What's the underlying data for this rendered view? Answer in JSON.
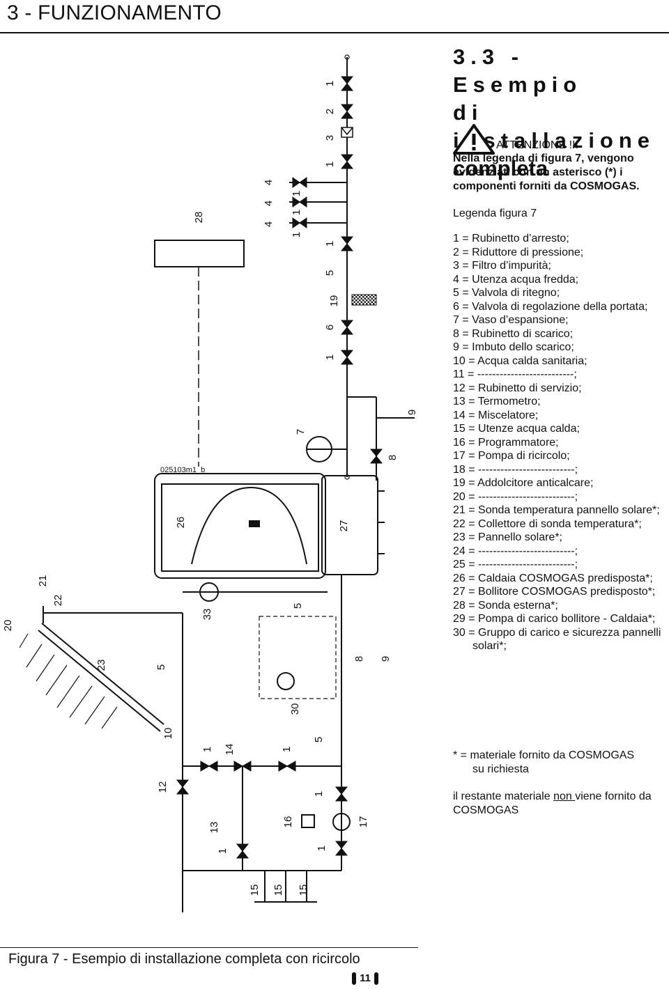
{
  "header": {
    "title": "3 - FUNZIONAMENTO"
  },
  "section": {
    "title_line1": "3.3 - Esempio",
    "title_line2": "di installazione",
    "title_line3": "completa"
  },
  "warning": {
    "label": "ATTENZIONE !!!",
    "text": "Nella legenda di figura 7, vengono evidenziati con un asterisco (*) i componenti forniti da COSMOGAS."
  },
  "legend": {
    "title": "Legenda figura 7",
    "items": [
      "1 = Rubinetto d’arresto;",
      "2 = Riduttore di pressione;",
      "3 = Filtro d’impurità;",
      "4 = Utenza acqua fredda;",
      "5 = Valvola di ritegno;",
      "6 = Valvola di regolazione della portata;",
      "7 = Vaso d’espansione;",
      "8 = Rubinetto di scarico;",
      "9 = Imbuto dello scarico;",
      "10 = Acqua calda sanitaria;",
      "11 = --------------------------;",
      "12 = Rubinetto di servizio;",
      "13 = Termometro;",
      "14 = Miscelatore;",
      "15 = Utenze acqua calda;",
      "16 = Programmatore;",
      "17 = Pompa di ricircolo;",
      "18 = --------------------------;",
      "19 = Addolcitore anticalcare;",
      "20 = --------------------------;",
      "21 = Sonda temperatura pannello solare*;",
      "22 = Collettore di sonda temperatura*;",
      "23 = Pannello solare*;",
      "24 = --------------------------;",
      "25 = --------------------------;",
      "26 = Caldaia COSMOGAS predisposta*;",
      "27 = Bollitore COSMOGAS predisposto*;",
      "28 = Sonda esterna*;",
      "29 = Pompa di carico bollitore - Caldaia*;",
      "30 = Gruppo di carico e sicurezza pannelli solari*;"
    ]
  },
  "notes": {
    "asterisk_line1": "* = materiale fornito da COSMOGAS",
    "asterisk_line2": "su richiesta",
    "rest_before": "il restante materiale ",
    "rest_underlined": "non ",
    "rest_after": "viene fornito da COSMOGAS"
  },
  "figure": {
    "code": "025103m1_b",
    "caption": "Figura 7 - Esempio di installazione completa con ricircolo",
    "labels": {
      "l1a": "1",
      "l2": "2",
      "l3": "3",
      "l1b": "1",
      "l4a": "4",
      "l4b": "4",
      "l4c": "4",
      "l1c": "1",
      "l1d": "1",
      "l1e": "1",
      "l1f": "1",
      "l5a": "5",
      "l19": "19",
      "l6": "6",
      "l1g": "1",
      "l28": "28",
      "l7": "7",
      "l9a": "9",
      "l8a": "8",
      "l26": "26",
      "l27": "27",
      "l21": "21",
      "l22": "22",
      "l20": "20",
      "l33": "33",
      "l5b": "5",
      "l23": "23",
      "l5c": "5",
      "l30": "30",
      "l8b": "8",
      "l9b": "9",
      "l10": "10",
      "l1h": "1",
      "l14": "14",
      "l1i": "1",
      "l5d": "5",
      "l12": "12",
      "l1j": "1",
      "l13": "13",
      "l16": "16",
      "l17": "17",
      "l1k": "1",
      "l1l": "1",
      "l15a": "15",
      "l15b": "15",
      "l15c": "15"
    }
  },
  "page": {
    "number": "11"
  }
}
